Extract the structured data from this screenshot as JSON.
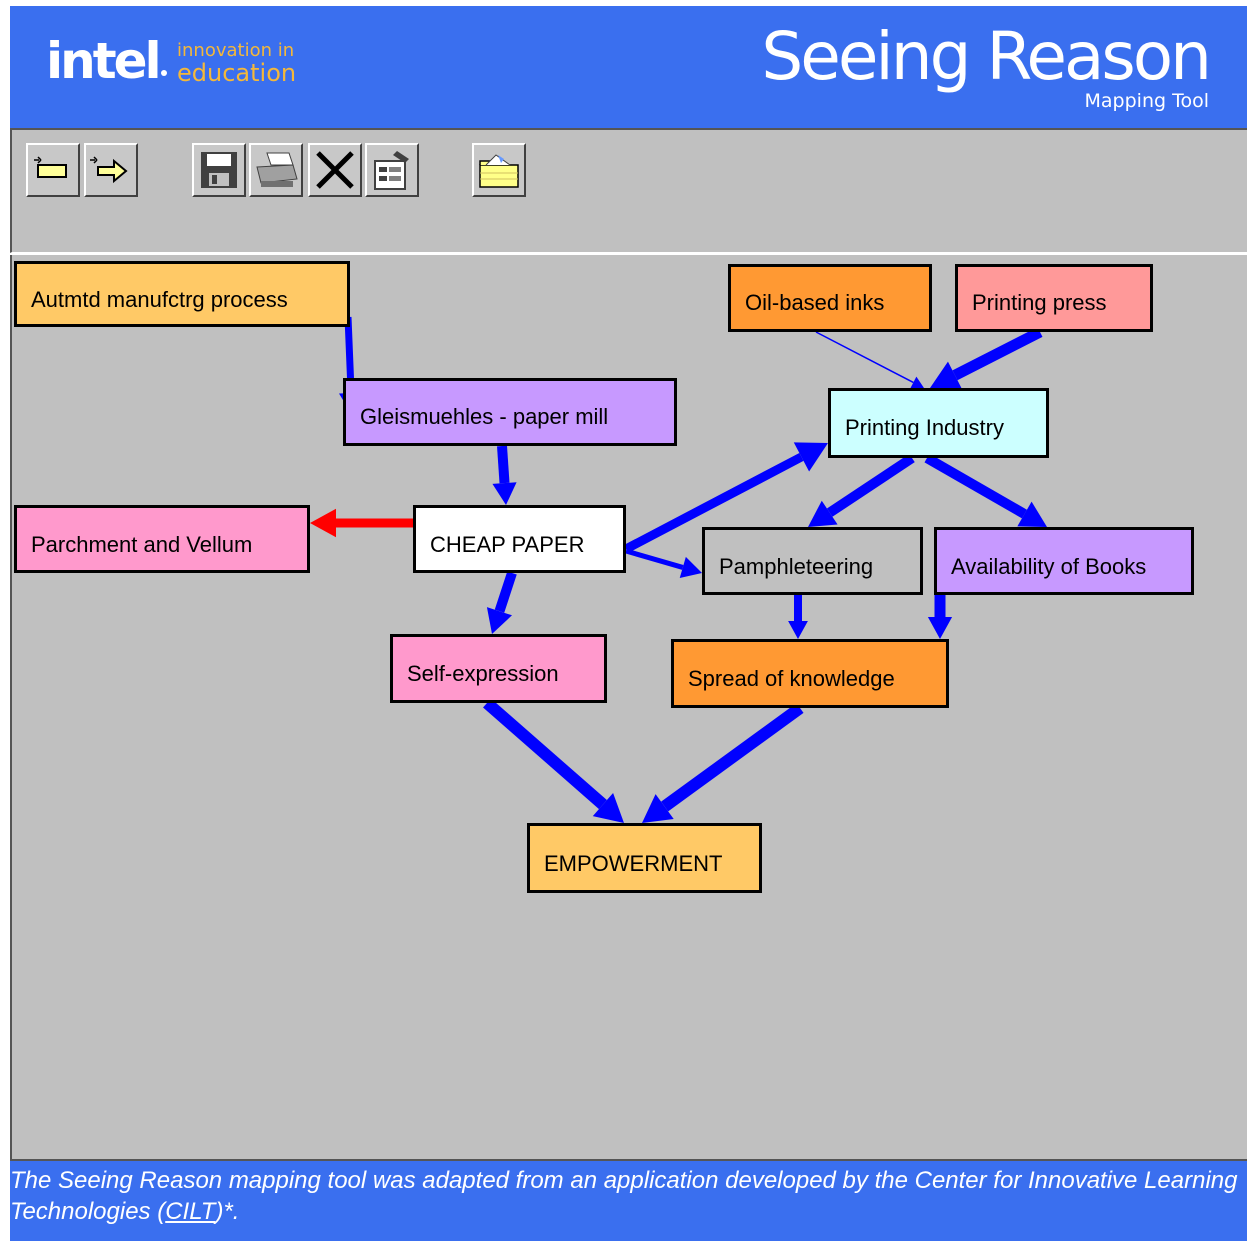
{
  "header": {
    "brand": "intel",
    "tagline_line1": "innovation in",
    "tagline_line2": "education",
    "app_title": "Seeing Reason",
    "app_subtitle": "Mapping Tool"
  },
  "toolbar": {
    "buttons": [
      {
        "icon": "new-node-icon"
      },
      {
        "icon": "new-link-icon"
      },
      {
        "icon": "save-icon"
      },
      {
        "icon": "print-icon"
      },
      {
        "icon": "delete-icon"
      },
      {
        "icon": "properties-icon"
      },
      {
        "icon": "open-folder-icon"
      }
    ]
  },
  "map": {
    "nodes": [
      {
        "id": "autmtd",
        "label": "Autmtd manufctrg process",
        "color": "#ffc966"
      },
      {
        "id": "gleis",
        "label": "Gleismuehles - paper mill",
        "color": "#c799ff"
      },
      {
        "id": "parch",
        "label": "Parchment and Vellum",
        "color": "#ff99cc"
      },
      {
        "id": "cheap",
        "label": "CHEAP PAPER",
        "color": "#ffffff"
      },
      {
        "id": "oil",
        "label": "Oil-based inks",
        "color": "#ff9933"
      },
      {
        "id": "press",
        "label": "Printing press",
        "color": "#ff9999"
      },
      {
        "id": "pind",
        "label": "Printing Industry",
        "color": "#ccffff"
      },
      {
        "id": "pamph",
        "label": "Pamphleteering",
        "color": "#c0c0c0"
      },
      {
        "id": "avail",
        "label": "Availability of Books",
        "color": "#c799ff"
      },
      {
        "id": "selfx",
        "label": "Self-expression",
        "color": "#ff99cc"
      },
      {
        "id": "spread",
        "label": "Spread of knowledge",
        "color": "#ff9933"
      },
      {
        "id": "empow",
        "label": "EMPOWERMENT",
        "color": "#ffc966"
      }
    ],
    "links": [
      {
        "from": "autmtd",
        "to": "gleis",
        "color": "#0000ff"
      },
      {
        "from": "gleis",
        "to": "cheap",
        "color": "#0000ff"
      },
      {
        "from": "cheap",
        "to": "parch",
        "color": "#ff0000"
      },
      {
        "from": "cheap",
        "to": "pind",
        "color": "#0000ff"
      },
      {
        "from": "cheap",
        "to": "pamph",
        "color": "#0000ff"
      },
      {
        "from": "cheap",
        "to": "selfx",
        "color": "#0000ff"
      },
      {
        "from": "oil",
        "to": "pind",
        "color": "#0000ff"
      },
      {
        "from": "press",
        "to": "pind",
        "color": "#0000ff"
      },
      {
        "from": "pind",
        "to": "pamph",
        "color": "#0000ff"
      },
      {
        "from": "pind",
        "to": "avail",
        "color": "#0000ff"
      },
      {
        "from": "pamph",
        "to": "spread",
        "color": "#0000ff"
      },
      {
        "from": "avail",
        "to": "spread",
        "color": "#0000ff"
      },
      {
        "from": "selfx",
        "to": "empow",
        "color": "#0000ff"
      },
      {
        "from": "spread",
        "to": "empow",
        "color": "#0000ff"
      }
    ]
  },
  "footer": {
    "text_before": "The Seeing Reason mapping tool was adapted from an application developed by the Center for Innovative Learning Technologies (",
    "link_text": "CILT",
    "text_after": ")*."
  }
}
